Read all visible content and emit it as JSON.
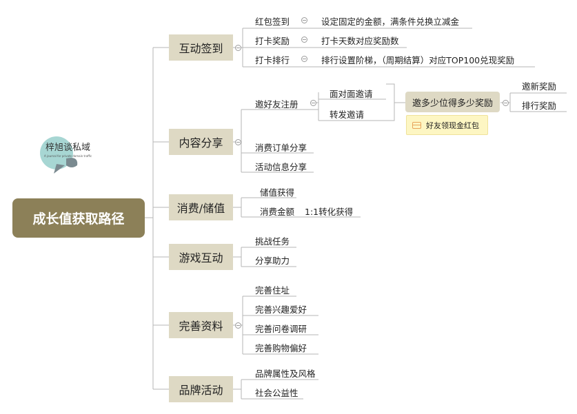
{
  "root": {
    "label": "成长值获取路径"
  },
  "logo": {
    "name": "梓旭谈私域",
    "tagline": "A journal for private domain traffic"
  },
  "branches": {
    "interaction": {
      "label": "互动签到",
      "items": [
        {
          "label": "红包签到",
          "detail": "设定固定的金额，满条件兑换立减金"
        },
        {
          "label": "打卡奖励",
          "detail": "打卡天数对应奖励数"
        },
        {
          "label": "打卡排行",
          "detail": "排行设置阶梯，（周期结算）对应TOP100兑现奖励"
        }
      ]
    },
    "content": {
      "label": "内容分享",
      "invite": "邀好友注册",
      "invite_modes": [
        "面对面邀请",
        "转发邀请"
      ],
      "reward_hub": "邀多少位得多少奖励",
      "rewards": [
        "邀新奖励",
        "排行奖励"
      ],
      "note": "好友领现金红包",
      "others": [
        "消费订单分享",
        "活动信息分享"
      ]
    },
    "consume": {
      "label": "消费/储值",
      "items": [
        "储值获得",
        "消费金额",
        "1:1转化获得"
      ]
    },
    "game": {
      "label": "游戏互动",
      "items": [
        "挑战任务",
        "分享助力"
      ]
    },
    "profile": {
      "label": "完善资料",
      "items": [
        "完善住址",
        "完善兴趣爱好",
        "完善问卷调研",
        "完善购物偏好"
      ]
    },
    "brand": {
      "label": "品牌活动",
      "items": [
        "品牌属性及风格",
        "社会公益性"
      ]
    }
  },
  "colors": {
    "root": "#8c8058",
    "branch": "#ded9c4",
    "note": "#fdf6c3",
    "line": "#b5b5b5"
  }
}
